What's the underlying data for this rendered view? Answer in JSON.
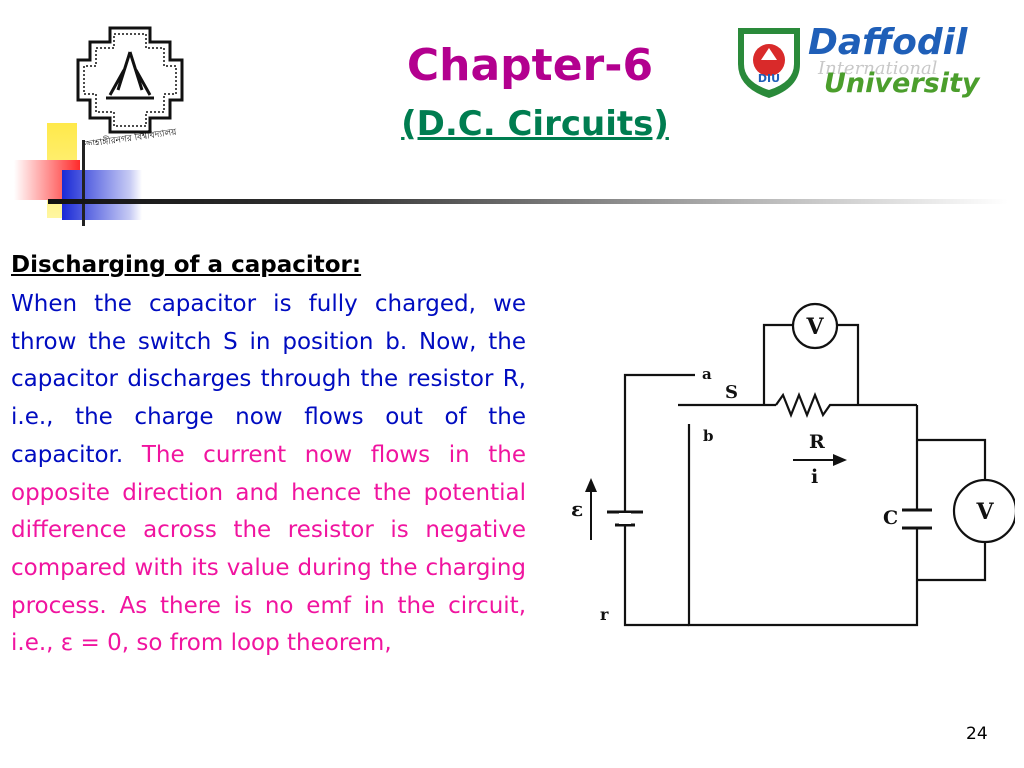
{
  "header": {
    "title": "Chapter-6",
    "subtitle": "(D.C. Circuits)"
  },
  "logos": {
    "left": {
      "name": "university-seal",
      "text": "জাহাঙ্গীরনগর বিশ্ববিদ্যালয়"
    },
    "right": {
      "line1": "Daffodil",
      "line2": "International",
      "line3": "University",
      "badge": "DIU"
    }
  },
  "content": {
    "heading": "Discharging of a capacitor:",
    "para_blue": "When the capacitor is fully charged, we throw the switch S in position b. Now, the capacitor discharges through the resistor R, i.e., the charge now flows out of the capacitor.",
    "para_pink": "The current now flows in the opposite direction and hence the potential difference across the resistor is negative compared with its value during the charging process. As there is no emf in the circuit, i.e., ε = 0, so from loop theorem,"
  },
  "circuit": {
    "labels": {
      "voltmeter_top": "V",
      "voltmeter_right": "V",
      "switch": "S",
      "terminal_a": "a",
      "terminal_b": "b",
      "resistor": "R",
      "current": "i",
      "capacitor": "C",
      "emf": "ε",
      "internal_resistance": "r"
    }
  },
  "footer": {
    "page_number": "24"
  },
  "colors": {
    "title": "#b3008f",
    "subtitle": "#007d50",
    "body_blue": "#000cc0",
    "body_pink": "#f0149f"
  }
}
